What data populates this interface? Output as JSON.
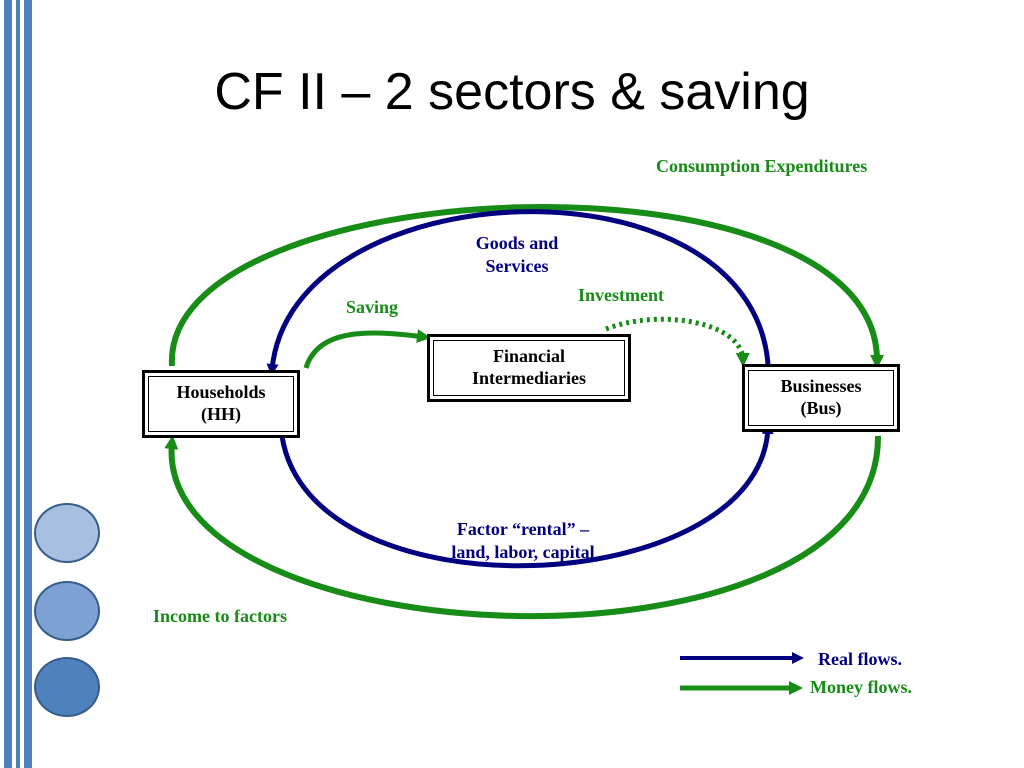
{
  "slide": {
    "title": "CF II – 2 sectors & saving"
  },
  "colors": {
    "real_flow": "#000080",
    "money_flow": "#178c17",
    "accent_bars": "#4f81bd"
  },
  "nodes": {
    "households": "Households\n(HH)",
    "financial": "Financial\nIntermediaries",
    "businesses": "Businesses\n(Bus)"
  },
  "flows": {
    "consumption": "Consumption Expenditures",
    "goods": "Goods and\nServices",
    "saving": "Saving",
    "investment": "Investment",
    "factor": "Factor “rental” –\nland, labor, capital",
    "income": "Income to factors"
  },
  "legend": {
    "real": "Real flows.",
    "money": "Money flows."
  }
}
